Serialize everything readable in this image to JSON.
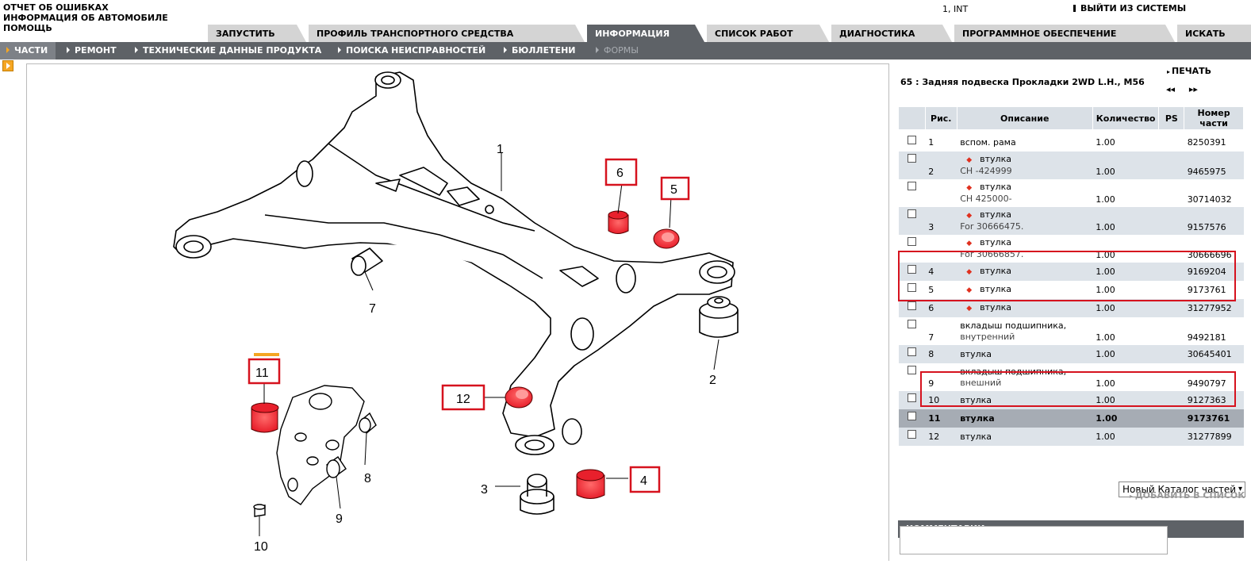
{
  "top_links": [
    "ОТЧЕТ ОБ ОШИБКАХ",
    "ИНФОРМАЦИЯ ОБ АВТОМОБИЛЕ",
    "ПОМОЩЬ"
  ],
  "user_label": "1, INT",
  "logout_label": "ВЫЙТИ ИЗ СИСТЕМЫ",
  "tabs": [
    "ЗАПУСТИТЬ",
    "ПРОФИЛЬ ТРАНСПОРТНОГО СРЕДСТВА",
    "ИНФОРМАЦИЯ",
    "СПИСОК РАБОТ",
    "ДИАГНОСТИКА",
    "ПРОГРАММНОЕ ОБЕСПЕЧЕНИЕ",
    "ИСКАТЬ"
  ],
  "active_tab": "ИНФОРМАЦИЯ",
  "subnav": [
    "ЧАСТИ",
    "РЕМОНТ",
    "ТЕХНИЧЕСКИЕ ДАННЫЕ ПРОДУКТА",
    "ПОИСКА НЕИСПРАВНОСТЕЙ",
    "БЮЛЛЕТЕНИ",
    "ФОРМЫ"
  ],
  "active_subnav": "ЧАСТИ",
  "disabled_subnav": "ФОРМЫ",
  "parts_title": "65 : Задняя подвеска Прокладки 2WD L.H., M56",
  "print_label": "ПЕЧАТЬ",
  "nav_prev": "◂◂",
  "nav_next": "▸▸",
  "table_headers": {
    "fig": "Рис.",
    "desc": "Описание",
    "qty": "Количество",
    "ps": "PS",
    "part": "Номер части"
  },
  "rows": [
    {
      "fig": "1",
      "desc": "вспом. рама",
      "sub": "",
      "qty": "1.00",
      "part": "8250391",
      "dot": false
    },
    {
      "fig": "2",
      "desc": "втулка",
      "sub": "CH -424999",
      "qty": "1.00",
      "part": "9465975",
      "dot": true
    },
    {
      "fig": "",
      "desc": "втулка",
      "sub": "CH 425000-",
      "qty": "1.00",
      "part": "30714032",
      "dot": true
    },
    {
      "fig": "3",
      "desc": "втулка",
      "sub": "For 30666475.",
      "qty": "1.00",
      "part": "9157576",
      "dot": true
    },
    {
      "fig": "",
      "desc": "втулка",
      "sub": "For 30666857.",
      "qty": "1.00",
      "part": "30666696",
      "dot": true
    },
    {
      "fig": "4",
      "desc": "втулка",
      "sub": "",
      "qty": "1.00",
      "part": "9169204",
      "dot": true
    },
    {
      "fig": "5",
      "desc": "втулка",
      "sub": "",
      "qty": "1.00",
      "part": "9173761",
      "dot": true
    },
    {
      "fig": "6",
      "desc": "втулка",
      "sub": "",
      "qty": "1.00",
      "part": "31277952",
      "dot": true
    },
    {
      "fig": "7",
      "desc": "вкладыш подшипника,",
      "sub": "внутренний",
      "qty": "1.00",
      "part": "9492181",
      "dot": false
    },
    {
      "fig": "8",
      "desc": "втулка",
      "sub": "",
      "qty": "1.00",
      "part": "30645401",
      "dot": false
    },
    {
      "fig": "9",
      "desc": "вкладыш подшипника,",
      "sub": "внешний",
      "qty": "1.00",
      "part": "9490797",
      "dot": false
    },
    {
      "fig": "10",
      "desc": "втулка",
      "sub": "",
      "qty": "1.00",
      "part": "9127363",
      "dot": false
    },
    {
      "fig": "11",
      "desc": "втулка",
      "sub": "",
      "qty": "1.00",
      "part": "9173761",
      "dot": false
    },
    {
      "fig": "12",
      "desc": "втулка",
      "sub": "",
      "qty": "1.00",
      "part": "31277899",
      "dot": false
    }
  ],
  "selected_row_fig": "11",
  "add_to_list_label": "ДОБАВИТЬ В СПИСОК",
  "catalog_select": "Новый Каталог частей",
  "comments_header": "КОММЕНТАРИИ",
  "diagram_labels": {
    "frame": "1",
    "bush_right": "2",
    "bush_3": "3",
    "bush_4": "4",
    "bush_5": "5",
    "bush_6": "6",
    "bush_7": "7",
    "bush_8": "8",
    "bush_9": "9",
    "bush_10": "10",
    "bush_11": "11",
    "bush_12": "12"
  },
  "colors": {
    "tab_active": "#5e6267",
    "tab": "#d4d4d4",
    "row_alt": "#dde3e9",
    "row_selected": "#a6acb4",
    "highlight": "#d6121e",
    "bushing_red": "#e8202c"
  }
}
